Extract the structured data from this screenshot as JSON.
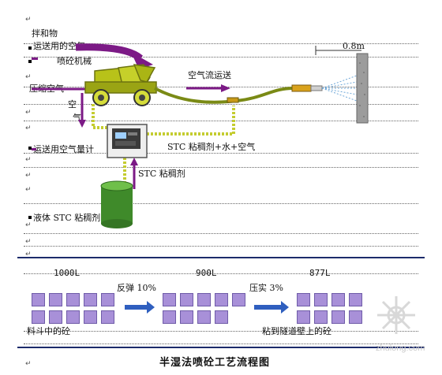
{
  "labels": {
    "mix": "拌和物",
    "air_for_conveying": "运送用的空气",
    "shotcrete_machine": "喷砼机械",
    "compressed_air": "压缩空气",
    "air_flow": "空气流运送",
    "air_vert_1": "空",
    "air_vert_2": "气",
    "air_meter": "运送用空气量计",
    "stc_water_air": "STC 粘稠剂+水+空气",
    "stc_agent": "STC 粘稠剂",
    "liquid_stc": "液体 STC 粘稠剂",
    "distance": "0.8m"
  },
  "bottom": {
    "v1": "1000L",
    "v2": "900L",
    "v3": "877L",
    "rebound": "反弹 10%",
    "compaction": "压实 3%",
    "hopper": "料斗中的砼",
    "wall": "粘到隧道壁上的砼",
    "title": "半湿法喷砼工艺流程图"
  },
  "watermark": "zhulong.com",
  "colors": {
    "machine_body": "#b8c219",
    "hose": "#7a8a15",
    "purple": "#7c1a86",
    "tank": "#3f8a2a",
    "square": "#a890d8",
    "arrow_blue": "#2f5fbf",
    "rule": "#1c2b6b"
  }
}
